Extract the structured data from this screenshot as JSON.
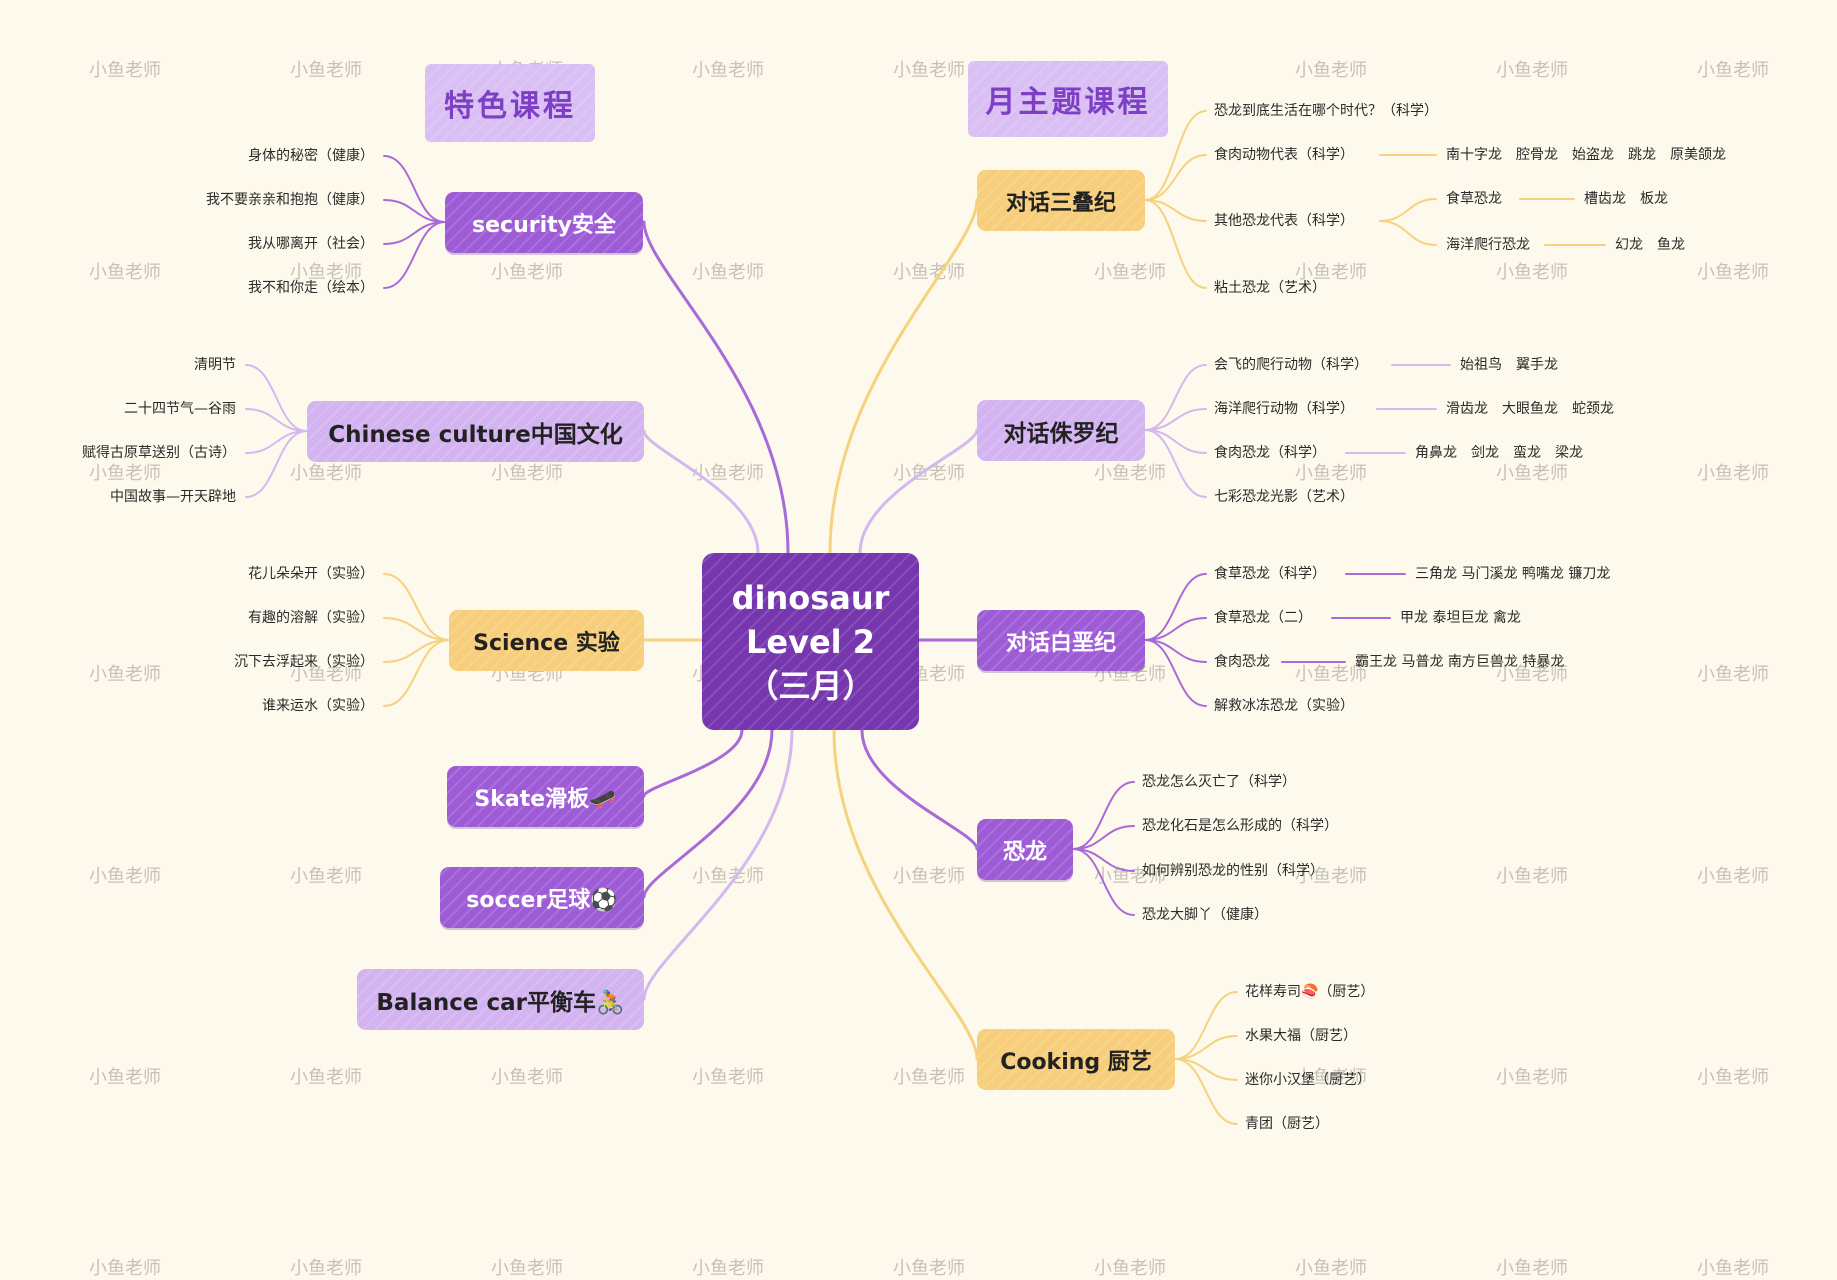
{
  "watermark": "小鱼老师",
  "colors": {
    "background": "#fdf9ec",
    "center": "#7637ae",
    "purple": "#9e5bd6",
    "lavender": "#d3b4f1",
    "yellow": "#f7cf7c",
    "line_purple": "#a86ad8",
    "line_lavender": "#d5b8f0",
    "line_yellow": "#f5d27e"
  },
  "titles": {
    "left": "特色课程",
    "right": "月主题课程"
  },
  "center": {
    "line1": "dinosaur",
    "line2": "Level 2",
    "line3": "（三月）"
  },
  "branches": [
    {
      "label": "security安全",
      "style": "purple",
      "side": "left",
      "children": [
        "身体的秘密（健康）",
        "我不要亲亲和抱抱（健康）",
        "我从哪离开（社会）",
        "我不和你走（绘本）"
      ]
    },
    {
      "label": "Chinese culture中国文化",
      "style": "lavender",
      "side": "left",
      "children": [
        "清明节",
        "二十四节气—谷雨",
        "赋得古原草送别（古诗）",
        "中国故事—开天辟地"
      ]
    },
    {
      "label": "Science 实验",
      "style": "yellow",
      "side": "left",
      "children": [
        "花儿朵朵开（实验）",
        "有趣的溶解（实验）",
        "沉下去浮起来（实验）",
        "谁来运水（实验）"
      ]
    },
    {
      "label": "Skate滑板🛹",
      "style": "purple",
      "side": "left",
      "children": []
    },
    {
      "label": "soccer足球⚽",
      "style": "purple",
      "side": "left",
      "children": []
    },
    {
      "label": "Balance car平衡车🚴",
      "style": "lavender",
      "side": "left",
      "children": []
    },
    {
      "label": "对话三叠纪",
      "style": "yellow",
      "side": "right",
      "children": [
        {
          "label": "恐龙到底生活在哪个时代？（科学）",
          "details": []
        },
        {
          "label": "食肉动物代表（科学）",
          "details": [
            {
              "label": "南十字龙　腔骨龙　始盗龙　跳龙　原美颌龙"
            }
          ]
        },
        {
          "label": "其他恐龙代表（科学）",
          "details": [
            {
              "label": "食草恐龙",
              "more": "槽齿龙　板龙"
            },
            {
              "label": "海洋爬行恐龙",
              "more": "幻龙　鱼龙"
            }
          ]
        },
        {
          "label": "粘土恐龙（艺术）",
          "details": []
        }
      ]
    },
    {
      "label": "对话侏罗纪",
      "style": "lavender",
      "side": "right",
      "children": [
        {
          "label": "会飞的爬行动物（科学）",
          "details": [
            {
              "label": "始祖鸟　翼手龙"
            }
          ]
        },
        {
          "label": "海洋爬行动物（科学）",
          "details": [
            {
              "label": "滑齿龙　大眼鱼龙　蛇颈龙"
            }
          ]
        },
        {
          "label": "食肉恐龙（科学）",
          "details": [
            {
              "label": "角鼻龙　剑龙　蛮龙　梁龙"
            }
          ]
        },
        {
          "label": "七彩恐龙光影（艺术）",
          "details": []
        }
      ]
    },
    {
      "label": "对话白垩纪",
      "style": "purple",
      "side": "right",
      "children": [
        {
          "label": "食草恐龙（科学）",
          "details": [
            {
              "label": "三角龙 马门溪龙 鸭嘴龙 镰刀龙"
            }
          ]
        },
        {
          "label": "食草恐龙（二）",
          "details": [
            {
              "label": "甲龙 泰坦巨龙 禽龙"
            }
          ]
        },
        {
          "label": "食肉恐龙",
          "details": [
            {
              "label": "霸王龙 马普龙 南方巨兽龙 特暴龙"
            }
          ]
        },
        {
          "label": "解救冰冻恐龙（实验）",
          "details": []
        }
      ]
    },
    {
      "label": "恐龙",
      "style": "purple",
      "side": "right",
      "children": [
        {
          "label": "恐龙怎么灭亡了（科学）",
          "details": []
        },
        {
          "label": "恐龙化石是怎么形成的（科学）",
          "details": []
        },
        {
          "label": "如何辨别恐龙的性别（科学）",
          "details": []
        },
        {
          "label": "恐龙大脚丫（健康）",
          "details": []
        }
      ]
    },
    {
      "label": "Cooking 厨艺",
      "style": "yellow",
      "side": "right",
      "children": [
        {
          "label": "花样寿司🍣（厨艺）",
          "details": []
        },
        {
          "label": "水果大福（厨艺）",
          "details": []
        },
        {
          "label": "迷你小汉堡（厨艺）",
          "details": []
        },
        {
          "label": "青团（厨艺）",
          "details": []
        }
      ]
    }
  ]
}
